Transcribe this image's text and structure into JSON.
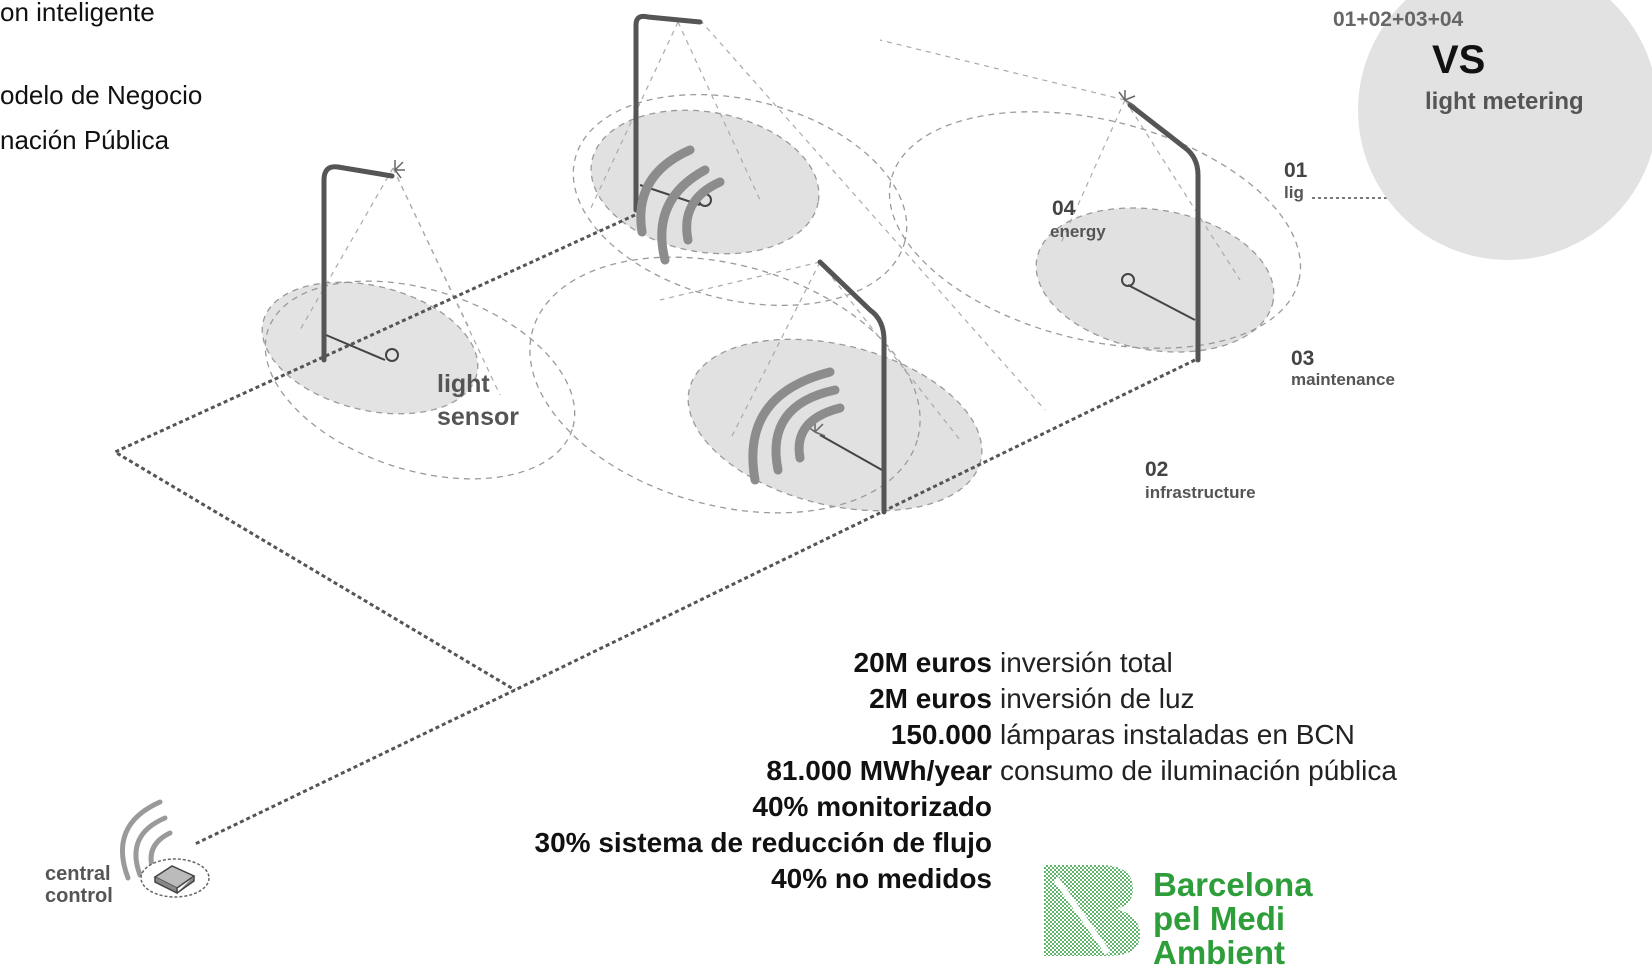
{
  "title_lines": [
    "on inteligente",
    "odelo de Negocio",
    "nación Pública"
  ],
  "badge": {
    "formula": "01+02+03+04",
    "vs": "VS",
    "subtitle": "light metering"
  },
  "diagram_labels": {
    "light_sensor_1": "light",
    "light_sensor_2": "sensor",
    "central_control_1": "central",
    "central_control_2": "control",
    "energy_num": "04",
    "energy_label": "energy",
    "lighting_num": "01",
    "lighting_label": "lig",
    "maintenance_num": "03",
    "maintenance_label": "maintenance",
    "infrastructure_num": "02",
    "infrastructure_label": "infrastructure"
  },
  "stats": [
    {
      "value": "20M euros",
      "label": "inversión total"
    },
    {
      "value": "2M euros",
      "label": "inversión de luz"
    },
    {
      "value": "150.000",
      "label": "lámparas instaladas en BCN"
    },
    {
      "value": "81.000 MWh/year",
      "label": "consumo de iluminación pública"
    },
    {
      "value": "40% monitorizado",
      "label": ""
    },
    {
      "value": "30% sistema de reducción de flujo",
      "label": ""
    },
    {
      "value": "40% no medidos",
      "label": ""
    }
  ],
  "logo": {
    "line1": "Barcelona",
    "line2": "pel Medi",
    "line3": "Ambient",
    "color": "#2e9e3a"
  }
}
